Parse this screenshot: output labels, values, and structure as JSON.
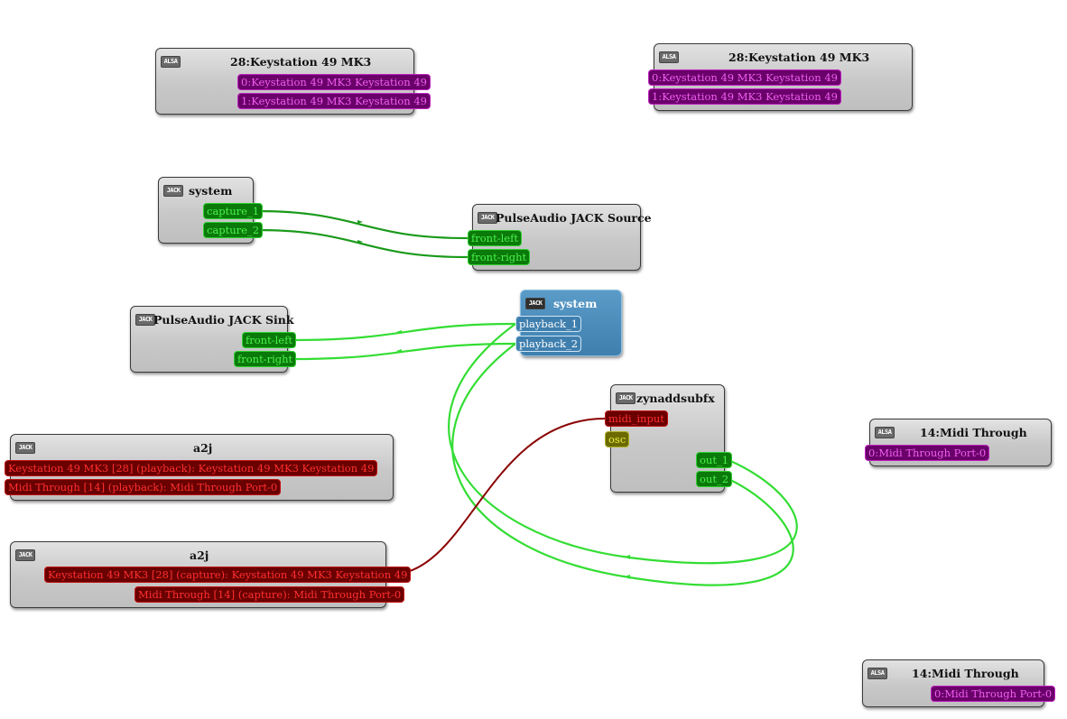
{
  "colors": {
    "audio_wire": "#33dd33",
    "audio_wire_dark": "#1a9a1a",
    "midi_wire": "#8a0000"
  },
  "nodes": {
    "alsa_keystation_out": {
      "badge": "ALSA",
      "badge_icon": "alsa-icon",
      "title": "28:Keystation 49 MK3",
      "ports": [
        "0:Keystation 49 MK3 Keystation 49",
        "1:Keystation 49 MK3 Keystation 49"
      ]
    },
    "alsa_keystation_in": {
      "badge": "ALSA",
      "badge_icon": "alsa-icon",
      "title": "28:Keystation 49 MK3",
      "ports": [
        "0:Keystation 49 MK3 Keystation 49",
        "1:Keystation 49 MK3 Keystation 49"
      ]
    },
    "system_capture": {
      "badge": "JACK",
      "badge_icon": "jack-icon",
      "title": "system",
      "ports": [
        "capture_1",
        "capture_2"
      ]
    },
    "pulse_source": {
      "badge": "JACK",
      "badge_icon": "jack-icon",
      "title": "PulseAudio JACK Source",
      "ports": [
        "front-left",
        "front-right"
      ]
    },
    "system_playback": {
      "badge": "JACK",
      "badge_icon": "jack-icon",
      "title": "system",
      "ports": [
        "playback_1",
        "playback_2"
      ]
    },
    "pulse_sink": {
      "badge": "JACK",
      "badge_icon": "jack-icon",
      "title": "PulseAudio JACK Sink",
      "ports": [
        "front-left",
        "front-right"
      ]
    },
    "zynaddsubfx": {
      "badge": "JACK",
      "badge_icon": "jack-icon",
      "title": "zynaddsubfx",
      "ports": [
        "midi_input",
        "osc",
        "out_1",
        "out_2"
      ]
    },
    "a2j_playback": {
      "badge": "JACK",
      "badge_icon": "jack-icon",
      "title": "a2j",
      "ports": [
        "Keystation 49 MK3 [28] (playback): Keystation 49 MK3 Keystation 49",
        "Midi Through [14] (playback): Midi Through Port-0"
      ]
    },
    "a2j_capture": {
      "badge": "JACK",
      "badge_icon": "jack-icon",
      "title": "a2j",
      "ports": [
        "Keystation 49 MK3 [28] (capture): Keystation 49 MK3 Keystation 49",
        "Midi Through [14] (capture): Midi Through Port-0"
      ]
    },
    "alsa_midithrough_in": {
      "badge": "ALSA",
      "badge_icon": "alsa-icon",
      "title": "14:Midi Through",
      "ports": [
        "0:Midi Through Port-0"
      ]
    },
    "alsa_midithrough_out": {
      "badge": "ALSA",
      "badge_icon": "alsa-icon",
      "title": "14:Midi Through",
      "ports": [
        "0:Midi Through Port-0"
      ]
    }
  },
  "connections": [
    {
      "from": "system:capture_1",
      "to": "PulseAudio JACK Source:front-left",
      "type": "audio"
    },
    {
      "from": "system:capture_2",
      "to": "PulseAudio JACK Source:front-right",
      "type": "audio"
    },
    {
      "from": "PulseAudio JACK Sink:front-left",
      "to": "system:playback_1",
      "type": "audio"
    },
    {
      "from": "PulseAudio JACK Sink:front-right",
      "to": "system:playback_2",
      "type": "audio"
    },
    {
      "from": "zynaddsubfx:out_1",
      "to": "system:playback_1",
      "type": "audio"
    },
    {
      "from": "zynaddsubfx:out_2",
      "to": "system:playback_2",
      "type": "audio"
    },
    {
      "from": "a2j:Keystation 49 MK3 [28] (capture): Keystation 49 MK3 Keystation 49",
      "to": "zynaddsubfx:midi_input",
      "type": "midi"
    }
  ]
}
